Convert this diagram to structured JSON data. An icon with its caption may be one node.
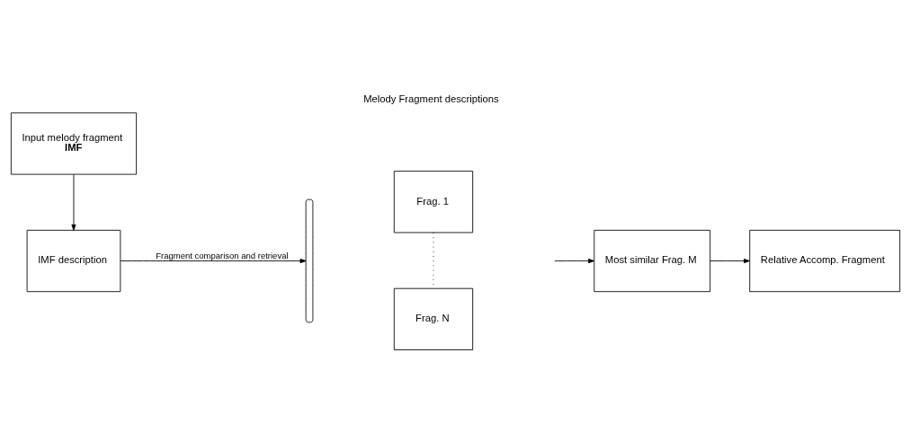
{
  "diagram": {
    "nodes": [
      {
        "text": [
          "Input melody fragment",
          "IMF"
        ]
      },
      {
        "text": [
          "IMF description"
        ]
      },
      {
        "text": [
          "Frag. 1"
        ]
      },
      {
        "text": [
          "Frag. N"
        ]
      },
      {
        "text": [
          "Most similar Frag. M"
        ]
      },
      {
        "text": [
          "Relative Accomp. Fragment"
        ]
      },
      {
        "text": [],
        "shape": "brace"
      }
    ],
    "edges": [
      {
        "from": 0,
        "to": 1,
        "arrow": "to"
      },
      {
        "from": 1,
        "to": 6,
        "arrow": "to",
        "label": "Fragment comparison and retrieval"
      },
      {
        "from": 2,
        "to": 3,
        "arrow": "none",
        "style": "dashed"
      },
      {
        "from": null,
        "to": 4,
        "arrow": "to"
      },
      {
        "from": 4,
        "to": 5,
        "arrow": "to"
      }
    ],
    "labels": [
      "Melody Fragment descriptions"
    ]
  }
}
